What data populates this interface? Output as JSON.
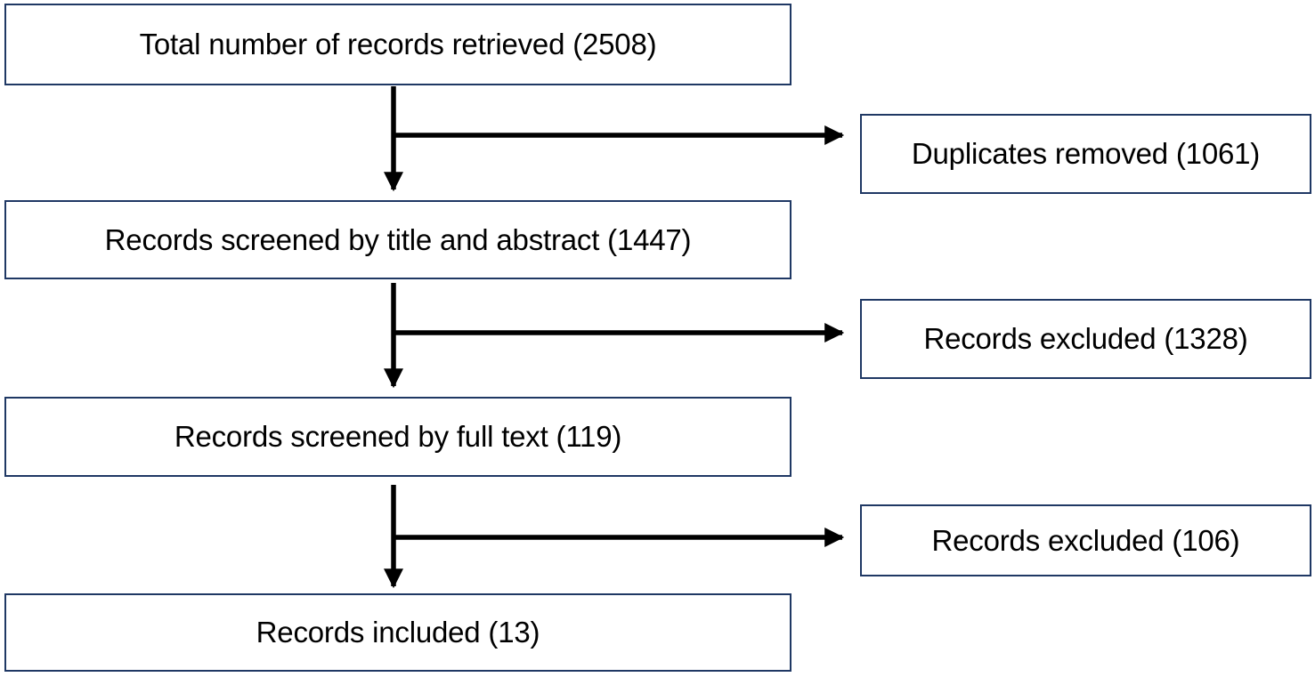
{
  "flow": {
    "main_steps": [
      {
        "label": "Total number of records retrieved (2508)"
      },
      {
        "label": "Records screened by title and abstract (1447)"
      },
      {
        "label": "Records screened by full text (119)"
      },
      {
        "label": "Records included (13)"
      }
    ],
    "exclusions": [
      {
        "label": "Duplicates removed (1061)"
      },
      {
        "label": "Records excluded (1328)"
      },
      {
        "label": "Records excluded (106)"
      }
    ]
  },
  "colors": {
    "box_border": "#1f3864",
    "arrow": "#000000",
    "text": "#000000",
    "background": "#ffffff"
  }
}
